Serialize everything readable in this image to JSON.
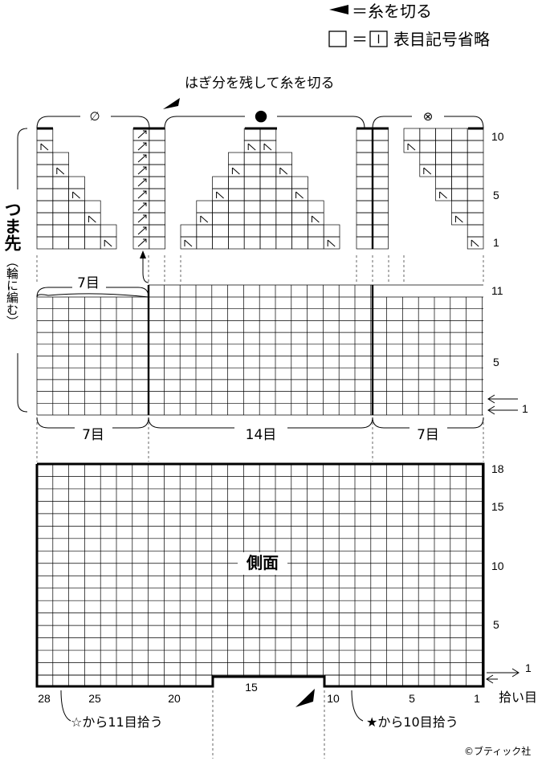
{
  "legend": {
    "cut_yarn": "＝糸を切る",
    "knit_symbol": "＝",
    "knit_symbol_note": "表目記号省略"
  },
  "top_note": "はぎ分を残して糸を切る",
  "section_marks": [
    "∅",
    "●",
    "⊗"
  ],
  "toe": {
    "title": "つま先",
    "note": "（輪に編む）",
    "top_width_label": "7目",
    "bottom_labels": [
      "7目",
      "14目",
      "7目"
    ],
    "row_labels": [
      "11",
      "5",
      "1"
    ],
    "dec_row_labels": [
      "10",
      "5",
      "1"
    ]
  },
  "side": {
    "title": "側面",
    "row_labels": [
      "18",
      "15",
      "10",
      "5"
    ],
    "arrow_row_label": "1",
    "col_labels": [
      "28",
      "25",
      "20",
      "15",
      "10",
      "5",
      "1"
    ],
    "pick_up_label": "拾い目",
    "left_pickup": "☆から11目拾う",
    "right_pickup": "★から10目拾う"
  },
  "copyright": "©ブティック社"
}
